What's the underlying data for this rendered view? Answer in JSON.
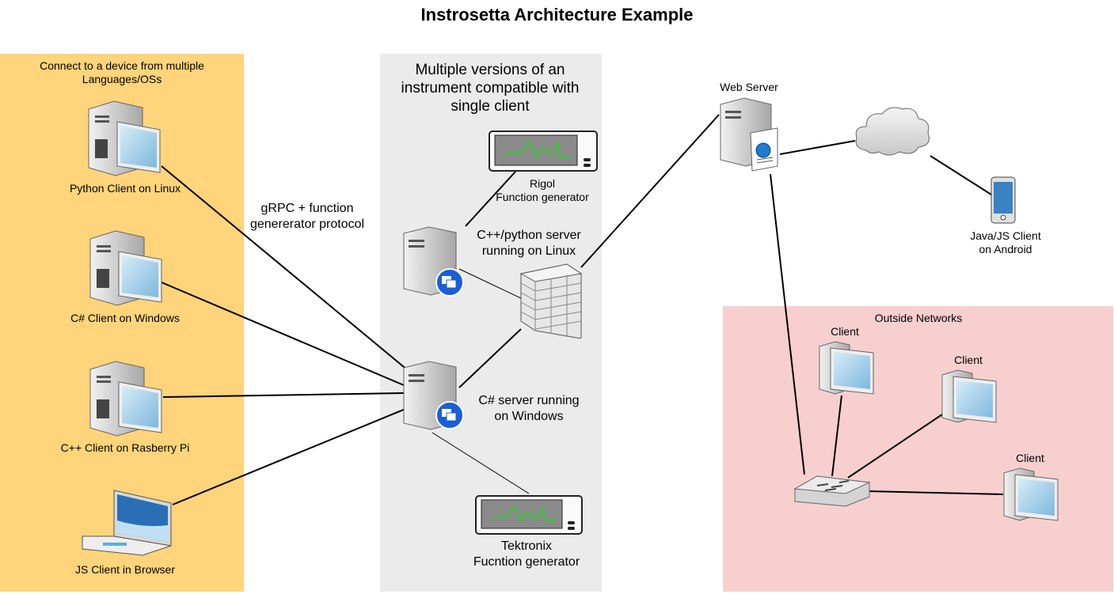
{
  "title": "Instrosetta Architecture Example",
  "zones": {
    "left": "Connect to a device from multiple\nLanguages/OSs",
    "middle": "Multiple versions of an\ninstrument compatible with\nsingle client",
    "right": "Outside Networks"
  },
  "edge_label": "gRPC + function\ngenererator protocol",
  "clients": {
    "python": "Python Client on Linux",
    "csharp": "C# Client on Windows",
    "cpp": "C++ Client on Rasberry Pi",
    "js": "JS Client in Browser"
  },
  "servers": {
    "linux": "C++/python server\nrunning on Linux",
    "windows": "C# server running\non Windows"
  },
  "instruments": {
    "rigol": "Rigol\nFunction generator",
    "tektronix": "Tektronix\nFucntion generator"
  },
  "web_server": "Web Server",
  "android": "Java/JS Client\non Android",
  "outside_clients": [
    "Client",
    "Client",
    "Client"
  ],
  "colors": {
    "left_zone": "#ffd47a",
    "middle_zone": "#ebebeb",
    "right_zone": "#f7cfcf",
    "screen": "#a9d3ea",
    "badge": "#1a5fd6",
    "signal": "#2ecc2e"
  }
}
